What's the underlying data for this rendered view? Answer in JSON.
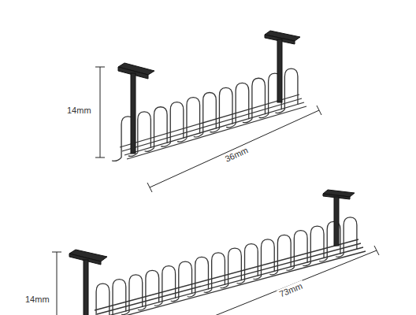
{
  "diagram": {
    "labels": [
      "14mm",
      "36mm",
      "14mm",
      "73mm"
    ]
  }
}
